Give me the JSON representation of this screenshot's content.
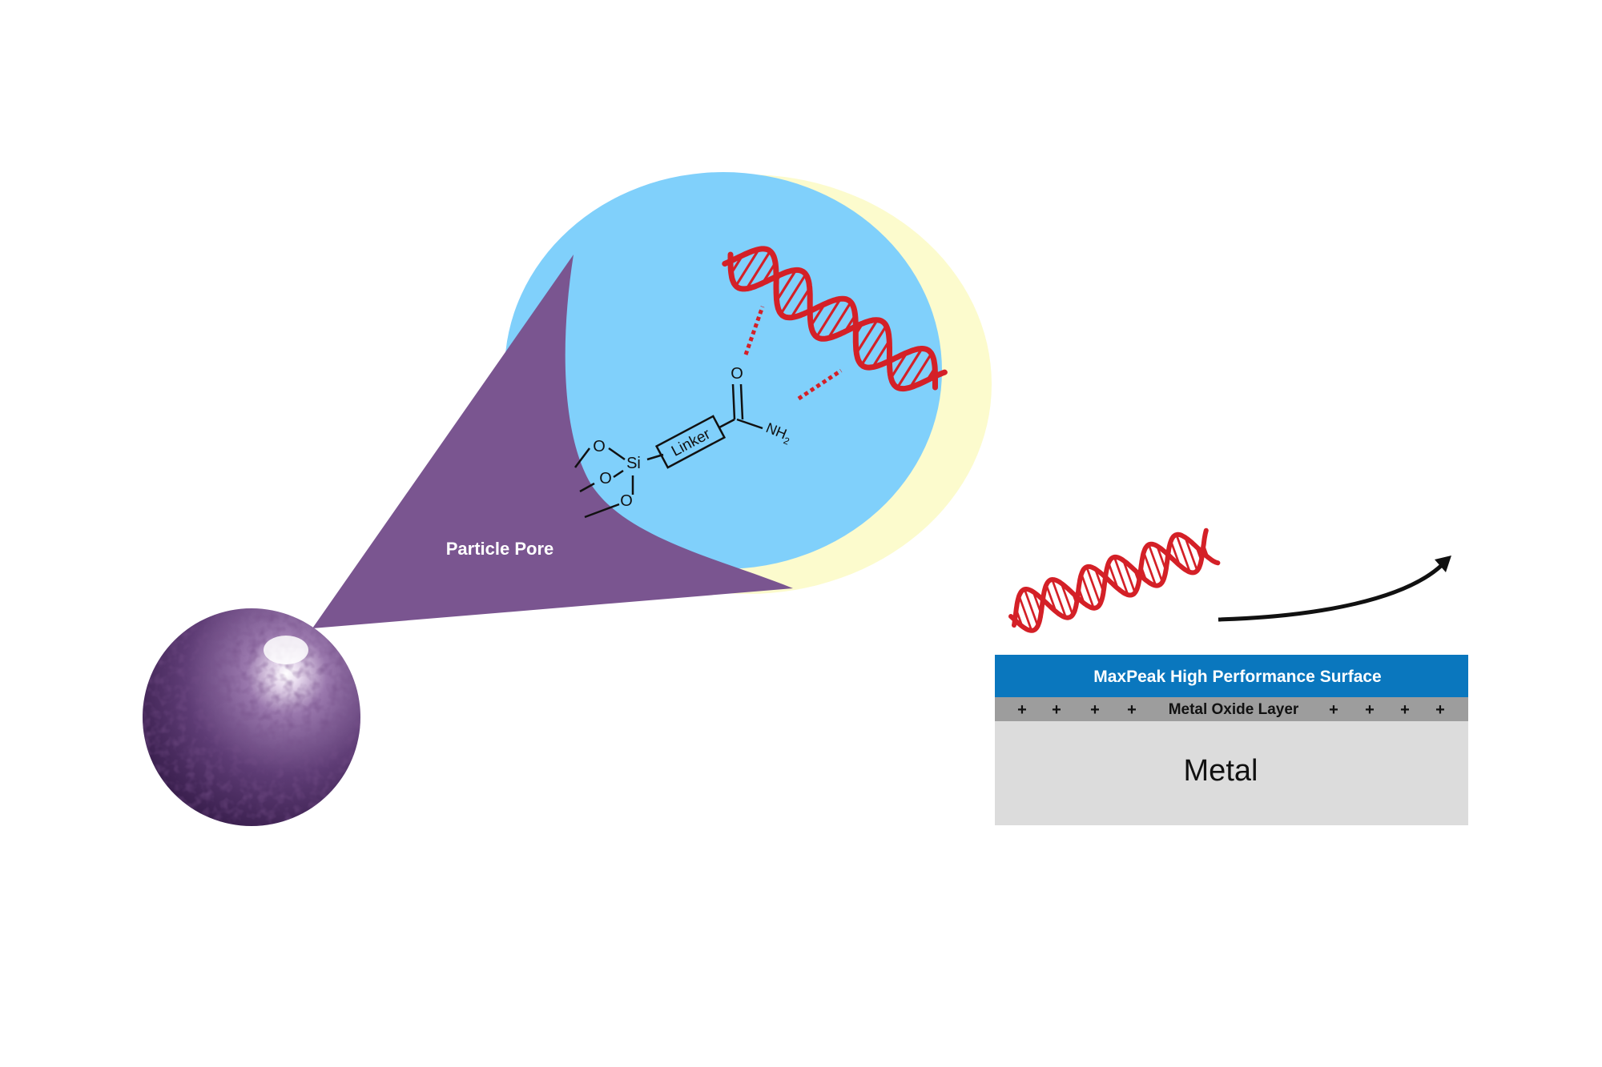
{
  "pore": {
    "label": "Particle Pore",
    "chemistry": {
      "linker": "Linker",
      "silicon": "Si",
      "oxygen": "O",
      "carbonyl_oxygen": "O",
      "amide": "NH",
      "amide_subscript": "2"
    }
  },
  "surface": {
    "top_layer": "MaxPeak High Performance Surface",
    "oxide_layer": "Metal Oxide Layer",
    "charge_symbol": "+",
    "metal": "Metal"
  },
  "colors": {
    "pore_purple": "#7a5590",
    "zoom_blue": "#80d0fb",
    "zoom_glow": "#fcfbcd",
    "dna_red": "#d42027",
    "surface_blue": "#0a77be",
    "oxide_gray": "#9d9d9d",
    "metal_gray": "#dcdcdc"
  },
  "icons": {
    "particle": "sphere-particle-icon",
    "dna": "dna-helix-icon",
    "arrow": "curved-arrow-icon"
  }
}
